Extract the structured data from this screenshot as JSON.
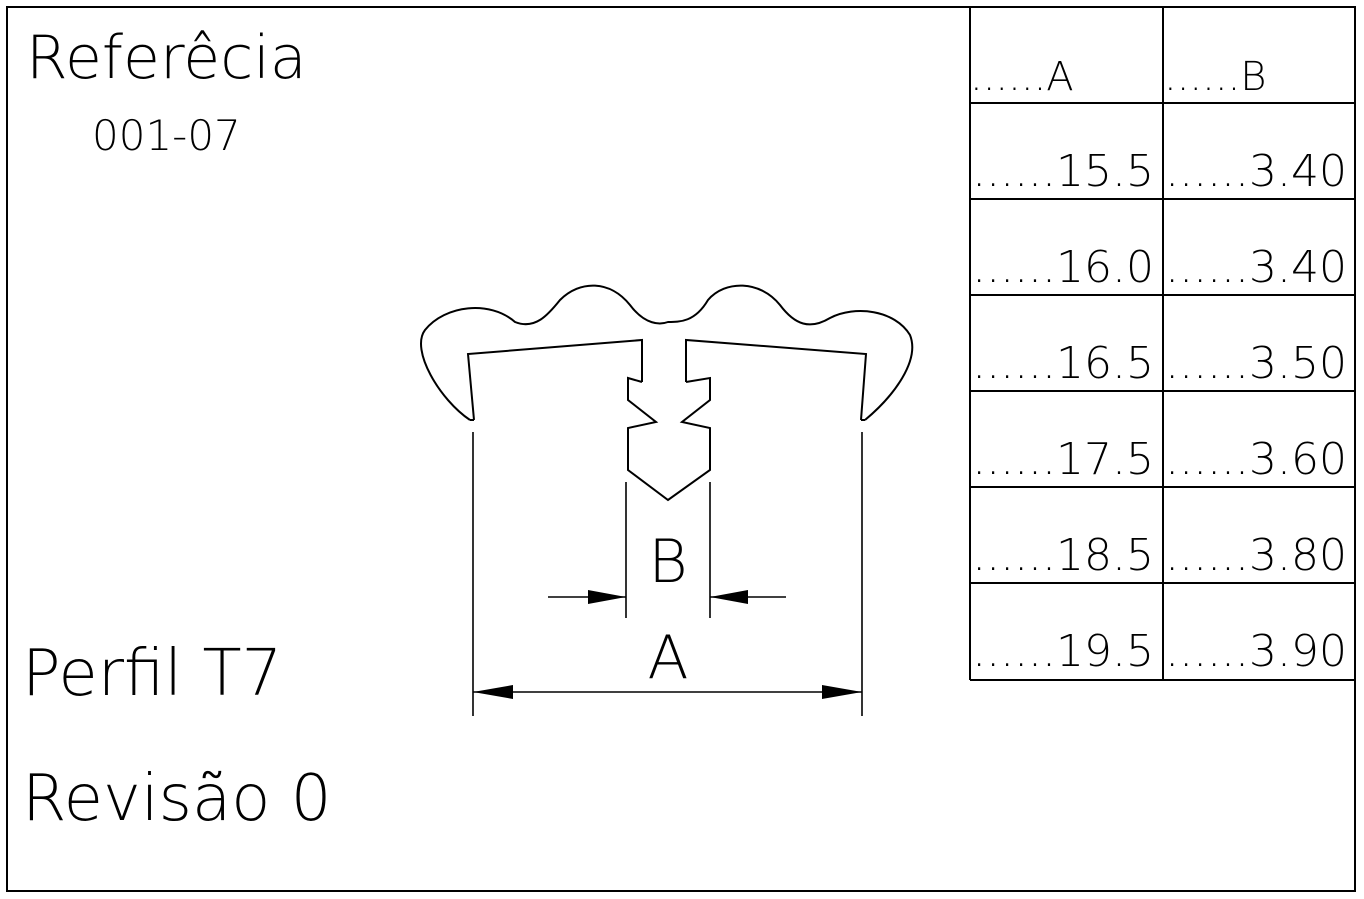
{
  "drawing": {
    "reference_label": "Referêcia",
    "reference_code": "001-07",
    "profile_label": "Perfil T7",
    "revision_label": "Revisão 0",
    "dim_a_label": "A",
    "dim_b_label": "B"
  },
  "table": {
    "headers": [
      "......A",
      "......B"
    ],
    "rows": [
      [
        "......15.5",
        "......3.40"
      ],
      [
        "......16.0",
        "......3.40"
      ],
      [
        "......16.5",
        "......3.50"
      ],
      [
        "......17.5",
        "......3.60"
      ],
      [
        "......18.5",
        "......3.80"
      ],
      [
        "......19.5",
        "......3.90"
      ]
    ]
  }
}
